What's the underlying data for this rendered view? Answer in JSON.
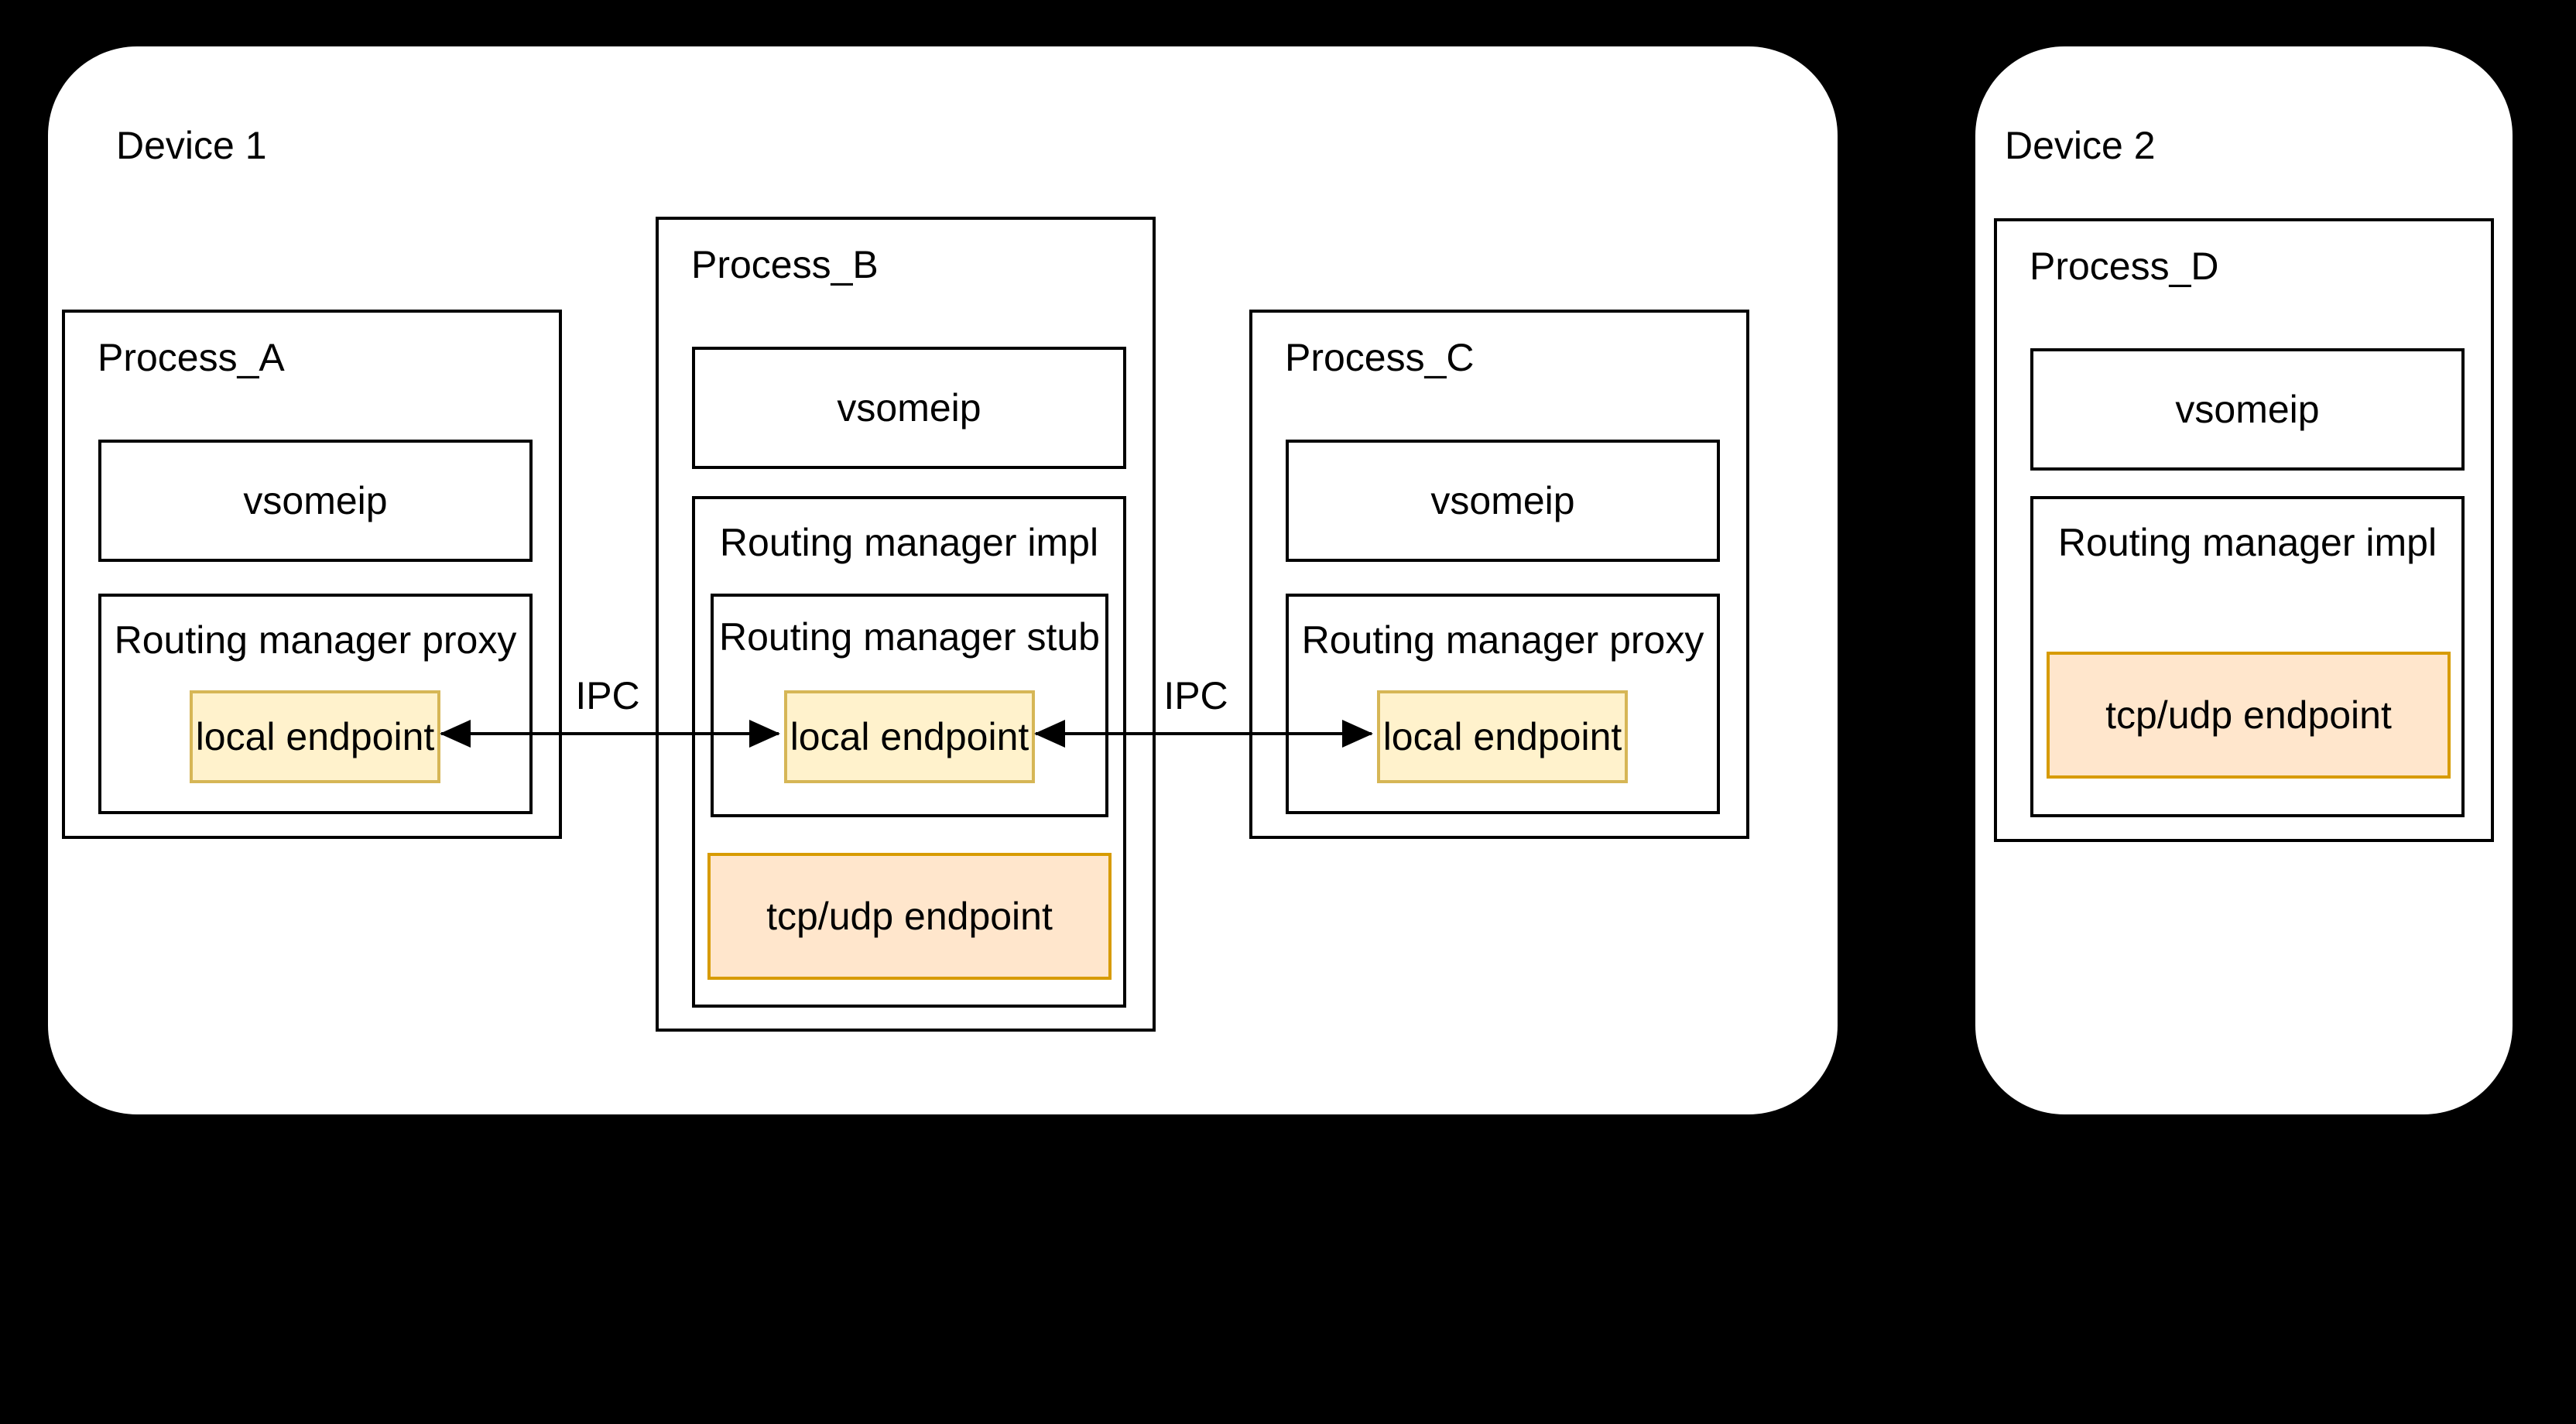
{
  "device1": {
    "label": "Device 1",
    "process_a": {
      "title": "Process_A",
      "vsomeip_label": "vsomeip",
      "manager_label": "Routing manager proxy",
      "local_endpoint_label": "local endpoint"
    },
    "process_b": {
      "title": "Process_B",
      "vsomeip_label": "vsomeip",
      "manager_label": "Routing manager impl",
      "stub_label": "Routing manager stub",
      "local_endpoint_label": "local endpoint",
      "tcp_udp_endpoint_label": "tcp/udp endpoint"
    },
    "process_c": {
      "title": "Process_C",
      "vsomeip_label": "vsomeip",
      "manager_label": "Routing manager proxy",
      "local_endpoint_label": "local endpoint"
    }
  },
  "device2": {
    "label": "Device 2",
    "process_d": {
      "title": "Process_D",
      "vsomeip_label": "vsomeip",
      "manager_label": "Routing manager impl",
      "tcp_udp_endpoint_label": "tcp/udp endpoint"
    }
  },
  "connections": {
    "ipc1_label": "IPC",
    "ipc2_label": "IPC",
    "arrow1": "double-headed arrow between Process_A local endpoint and Process_B local endpoint",
    "arrow2": "double-headed arrow between Process_B local endpoint and Process_C local endpoint"
  },
  "colors": {
    "background": "#000000",
    "device_fill": "#ffffff",
    "box_border": "#000000",
    "text": "#000000",
    "local_endpoint_fill": "#fff2cc",
    "local_endpoint_border": "#d6b656",
    "tcp_udp_endpoint_fill": "#ffe6cc",
    "tcp_udp_endpoint_border": "#d79b00"
  }
}
